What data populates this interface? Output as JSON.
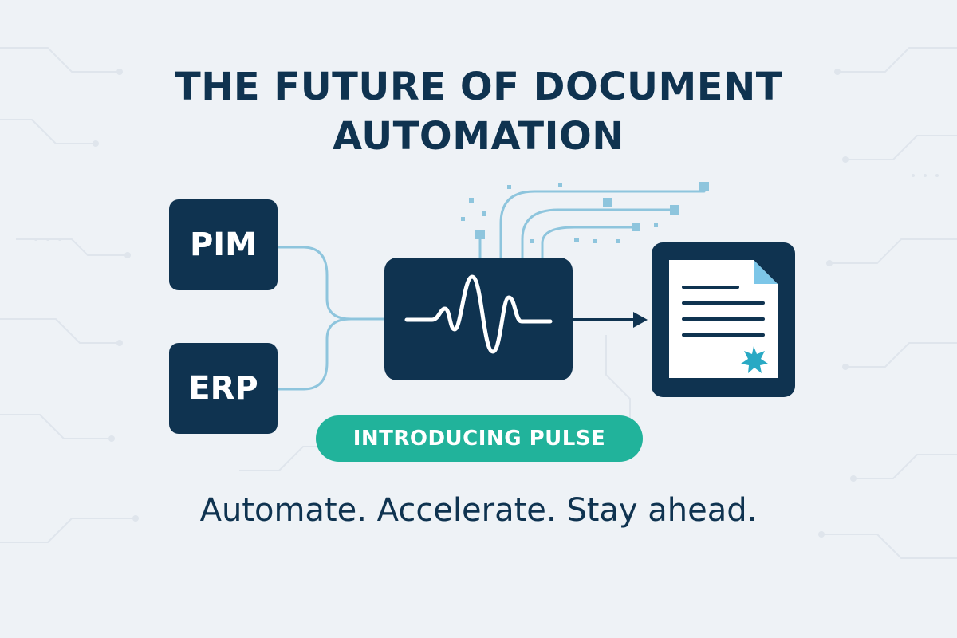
{
  "title": {
    "line1": "THE FUTURE OF DOCUMENT",
    "line2": "AUTOMATION"
  },
  "sources": [
    {
      "label": "PIM"
    },
    {
      "label": "ERP"
    }
  ],
  "engine_icon": "pulse-waveform-icon",
  "output_icon": "document-certificate-icon",
  "badge": {
    "label": "INTRODUCING PULSE",
    "color": "#21b39b"
  },
  "tagline": "Automate. Accelerate. Stay ahead.",
  "colors": {
    "background": "#eef2f6",
    "navy": "#0f3350",
    "connector": "#8ec5dd",
    "accent": "#21b39b",
    "document": "#ffffff",
    "doc_fold": "#7cc6e8"
  }
}
